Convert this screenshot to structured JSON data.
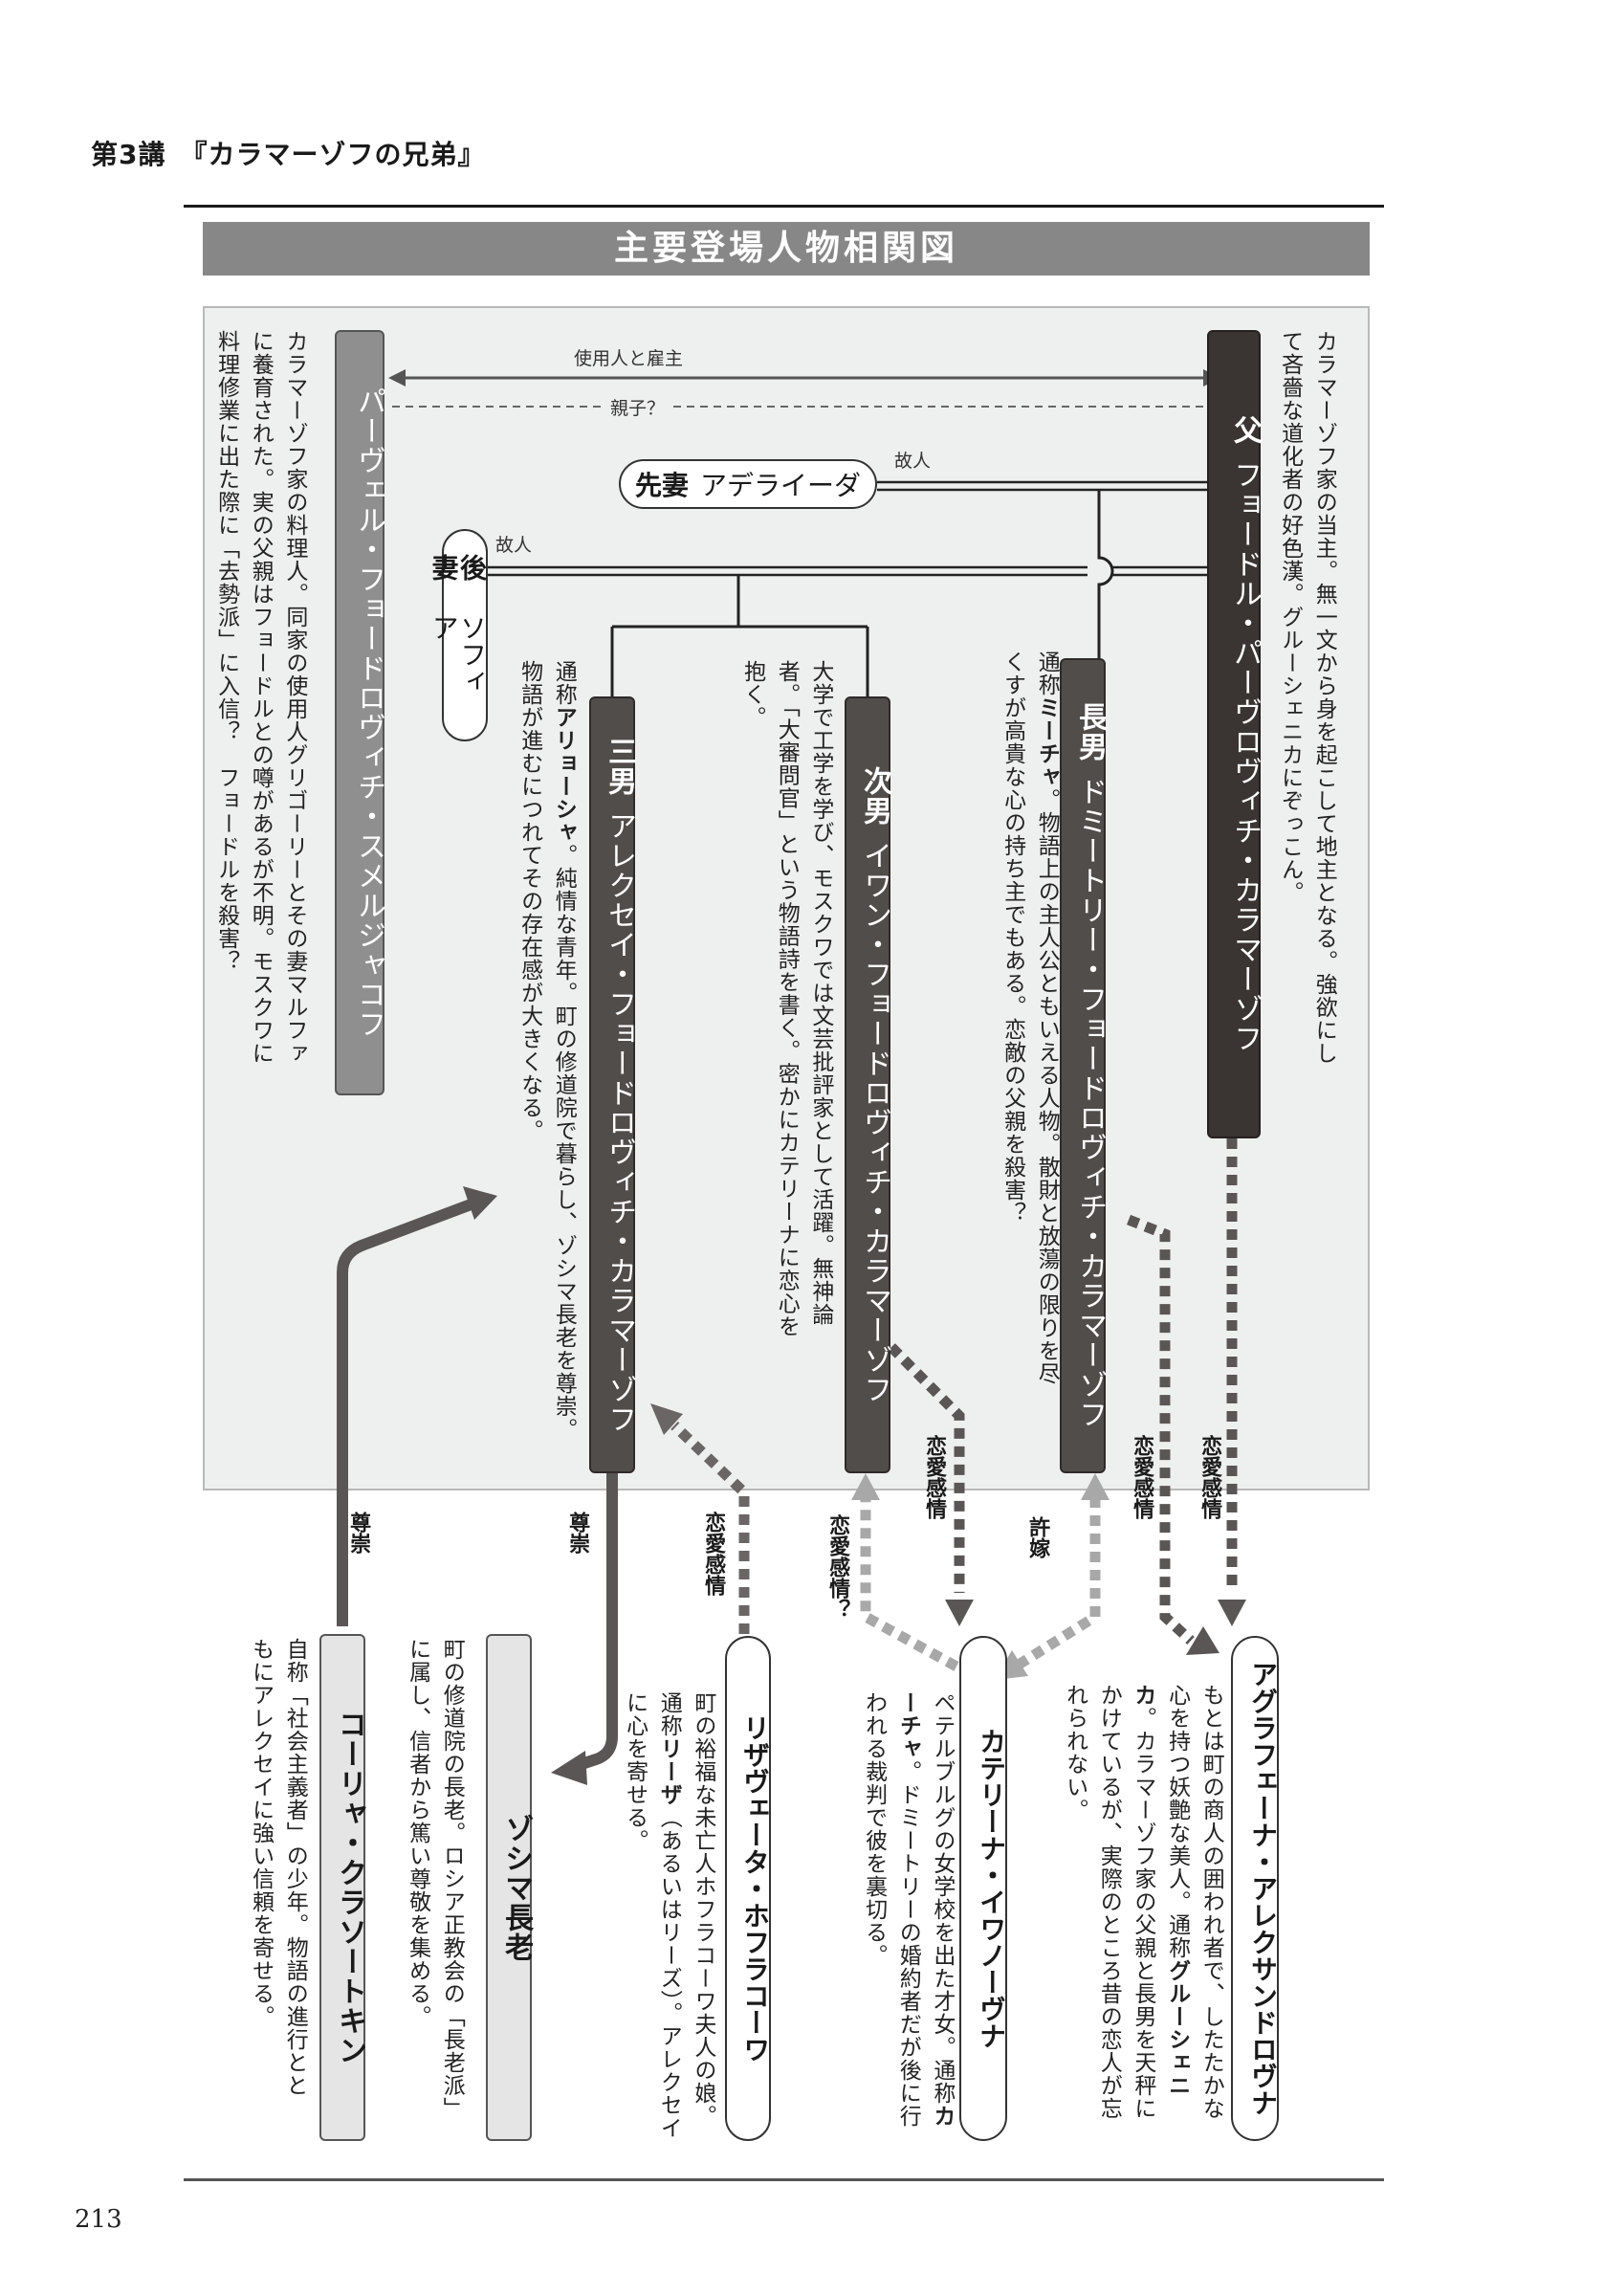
{
  "page": {
    "chapter_title": "第3講　『カラマーゾフの兄弟』",
    "page_number": "213"
  },
  "diagram": {
    "title": "主要登場人物相関図",
    "connectors": {
      "employer_label": "使用人と雇主",
      "parent_child_label": "親子？",
      "first_wife_deceased": "故人",
      "second_wife_deceased": "故人"
    },
    "characters": {
      "fyodor": {
        "role": "父",
        "name": "フョードル・パーヴロヴィチ・カラマーゾフ",
        "description": "カラマーゾフ家の当主。無一文から身を起こして地主となる。強欲にして吝嗇な道化者の好色漢。グルーシェニカにぞっこん。"
      },
      "smerdyakov": {
        "name": "パーヴェル・フョードロヴィチ・スメルジャコフ",
        "description": "カラマーゾフ家の料理人。同家の使用人グリゴーリーとその妻マルファに養育された。実の父親はフョードルとの噂があるが不明。モスクワに料理修業に出た際に「去勢派」に入信？　フョードルを殺害？"
      },
      "adelaida": {
        "role": "先妻",
        "name": "アデライーダ"
      },
      "sofia": {
        "role": "後妻",
        "name": "ソフィア"
      },
      "dmitri": {
        "role": "長男",
        "name": "ドミートリー・フョードロヴィチ・カラマーゾフ",
        "description_pre": "通称",
        "nickname": "ミーチャ",
        "description_post": "。物語上の主人公ともいえる人物。散財と放蕩の限りを尽くすが高貴な心の持ち主でもある。恋敵の父親を殺害？"
      },
      "ivan": {
        "role": "次男",
        "name": "イワン・フョードロヴィチ・カラマーゾフ",
        "description": "大学で工学を学び、モスクワでは文芸批評家として活躍。無神論者。「大審問官」という物語詩を書く。密かにカテリーナに恋心を抱く。"
      },
      "alexei": {
        "role": "三男",
        "name": "アレクセイ・フョードロヴィチ・カラマーゾフ",
        "description_pre": "通称",
        "nickname": "アリョーシャ",
        "description_post": "。純情な青年。町の修道院で暮らし、ゾシマ長老を尊崇。物語が進むにつれてその存在感が大きくなる。"
      },
      "grushenka": {
        "name": "アグラフェーナ・アレクサンドロヴナ",
        "description_pre": "もとは町の商人の囲われ者で、したたかな心を持つ妖艶な美人。通称",
        "nickname": "グルーシェニカ",
        "description_post": "。カラマーゾフ家の父親と長男を天秤にかけているが、実際のところ昔の恋人が忘れられない。"
      },
      "katerina": {
        "name": "カテリーナ・イワノーヴナ",
        "description_pre": "ペテルブルグの女学校を出た才女。通称",
        "nickname": "カーチャ",
        "description_post": "。ドミートリーの婚約者だが後に行われる裁判で彼を裏切る。"
      },
      "liza": {
        "name": "リザヴェータ・ホフラコーワ",
        "description_pre": "町の裕福な未亡人ホフラコーワ夫人の娘。通称",
        "nickname": "リーザ",
        "description_post": "（あるいはリーズ）。アレクセイに心を寄せる。"
      },
      "zosima": {
        "name": "ゾシマ長老",
        "description": "町の修道院の長老。ロシア正教会の「長老派」に属し、信者から篤い尊敬を集める。"
      },
      "kolya": {
        "name": "コーリャ・クラソートキン",
        "description": "自称「社会主義者」の少年。物語の進行とともにアレクセイに強い信頼を寄せる。"
      }
    },
    "relationships": {
      "kolya_to_alexei": "尊崇",
      "alexei_to_zosima": "尊崇",
      "liza_to_alexei": "恋愛感情",
      "katerina_to_ivan": "恋愛感情？",
      "ivan_to_katerina": "恋愛感情",
      "dmitri_katerina": "許嫁",
      "dmitri_to_grushenka": "恋愛感情",
      "fyodor_to_grushenka": "恋愛感情"
    },
    "colors": {
      "banner": "#878787",
      "panel": "#eef0ef",
      "dark_bar": "#514d4b",
      "father_bar": "#3a3533",
      "servant_bar": "#8f8f8f",
      "arrow_dark": "#5a5655",
      "arrow_light": "#a8a8a8"
    }
  }
}
